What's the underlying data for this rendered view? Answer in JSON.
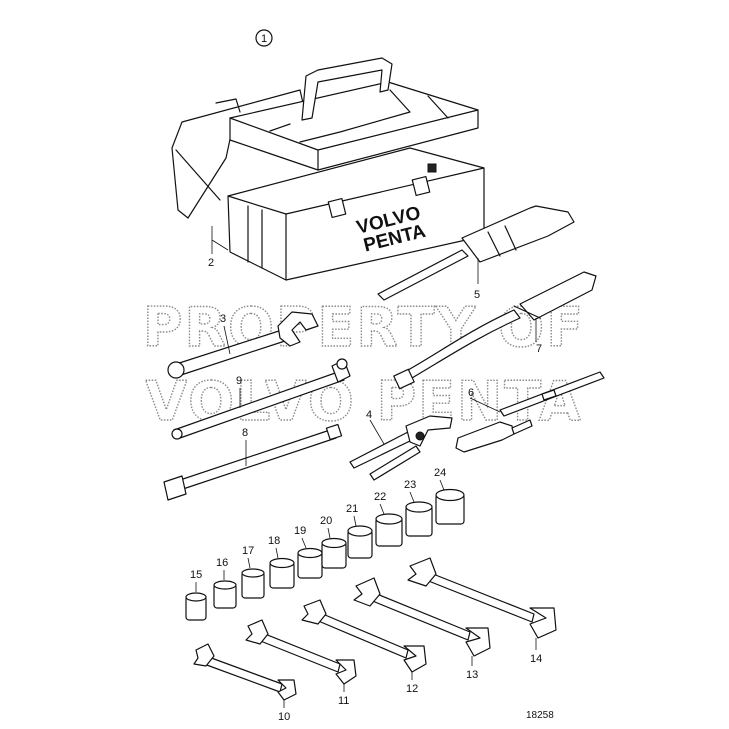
{
  "diagram": {
    "group_number": "1",
    "drawing_number": "18258",
    "box_text": [
      "VOLVO",
      "PENTA"
    ],
    "watermark": [
      "PROPERTY OF",
      "VOLVO PENTA"
    ],
    "labels": {
      "p2": "2",
      "p3": "3",
      "p4": "4",
      "p5": "5",
      "p6": "6",
      "p7": "7",
      "p8": "8",
      "p9": "9",
      "p10": "10",
      "p11": "11",
      "p12": "12",
      "p13": "13",
      "p14": "14",
      "p15": "15",
      "p16": "16",
      "p17": "17",
      "p18": "18",
      "p19": "19",
      "p20": "20",
      "p21": "21",
      "p22": "22",
      "p23": "23",
      "p24": "24"
    }
  }
}
